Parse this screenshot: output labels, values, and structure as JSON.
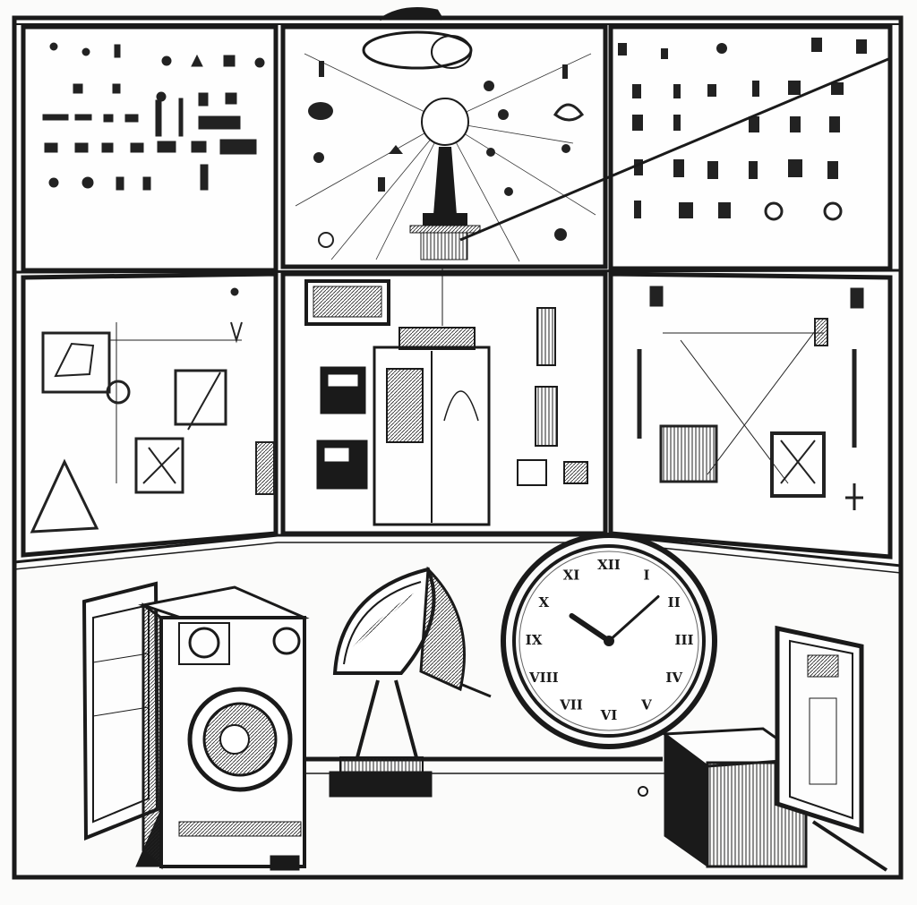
{
  "scene": {
    "style": "pen-and-ink sketch",
    "ink_color": "#1a1a1a",
    "paper_color": "#fbfbfa",
    "panel_rows": 2,
    "panel_columns": 3,
    "objects": [
      "washing-machine",
      "satellite-dish",
      "wall-clock",
      "side-door",
      "radiator-heater",
      "open-cabinet-door"
    ]
  },
  "clock": {
    "numerals": [
      "XII",
      "I",
      "II",
      "III",
      "IV",
      "V",
      "VI",
      "VII",
      "VIII",
      "IX",
      "X",
      "XI"
    ],
    "hour": 10,
    "minute": 8
  }
}
